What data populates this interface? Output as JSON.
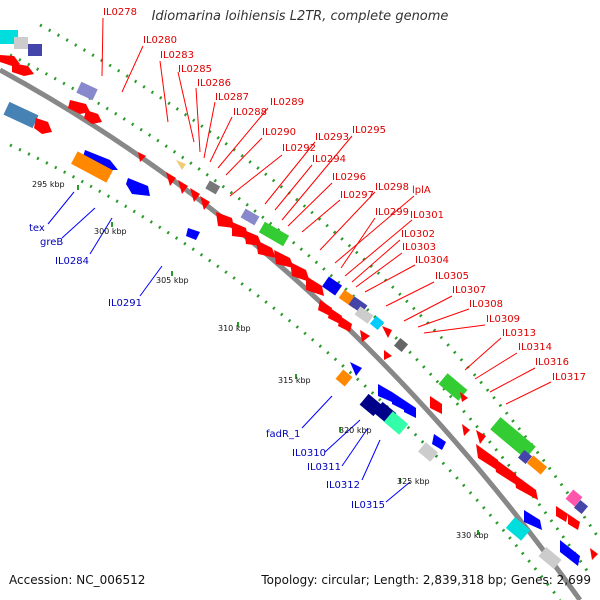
{
  "title": "Idiomarina loihiensis L2TR, complete genome",
  "footer": {
    "accession": "Accession: NC_006512",
    "topology": "Topology: circular; Length: 2,839,318 bp; Genes: 2,699"
  },
  "colors": {
    "backbone": "#888888",
    "tick": "#33aa33",
    "label_upper": "#dd0000",
    "label_lower": "#0000bb",
    "red_gene": "#ff0000",
    "blue_gene": "#0000ff"
  },
  "scale_ticks": [
    "295 kbp",
    "300 kbp",
    "305 kbp",
    "310 kbp",
    "315 kbp",
    "320 kbp",
    "325 kbp",
    "330 kbp"
  ],
  "upper_labels": [
    "IL0278",
    "IL0280",
    "IL0283",
    "IL0285",
    "IL0286",
    "IL0287",
    "IL0288",
    "IL0289",
    "IL0290",
    "IL0292",
    "IL0293",
    "IL0294",
    "IL0295",
    "IL0296",
    "IL0297",
    "IL0298",
    "IL0299",
    "IL0301",
    "IL0302",
    "IL0303",
    "IL0304",
    "IL0305",
    "IL0307",
    "IL0308",
    "IL0309",
    "IL0313",
    "IL0314",
    "IL0316",
    "IL0317",
    "lplA"
  ],
  "lower_labels": [
    "tex",
    "greB",
    "IL0284",
    "IL0291",
    "fadR_1",
    "IL0310",
    "IL0311",
    "IL0312",
    "IL0315"
  ]
}
